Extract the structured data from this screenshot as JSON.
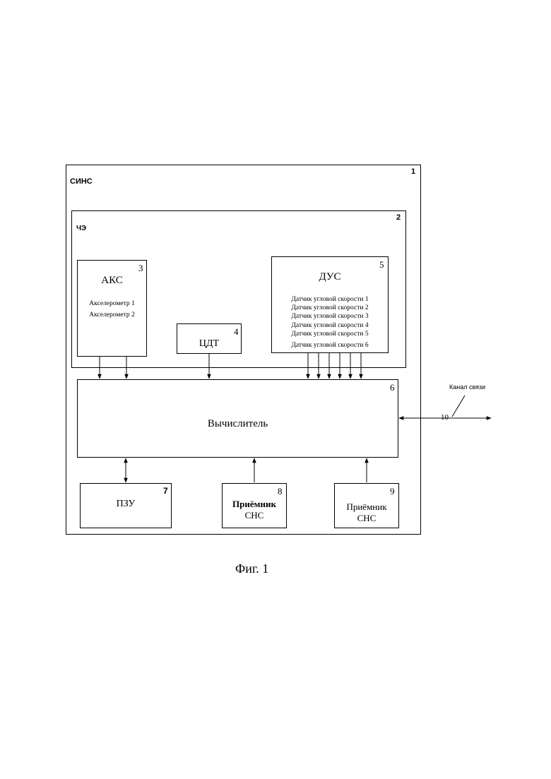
{
  "sins": {
    "label": "СИНС",
    "num": "1"
  },
  "che": {
    "label": "ЧЭ",
    "num": "2"
  },
  "aks": {
    "label": "АКС",
    "num": "3",
    "items": [
      "Акселерометр 1",
      "Акселерометр 2"
    ]
  },
  "cdt": {
    "label": "ЦДТ",
    "num": "4"
  },
  "dus": {
    "label": "ДУС",
    "num": "5",
    "items": [
      "Датчик угловой скорости 1",
      "Датчик угловой скорости 2",
      "Датчик угловой скорости 3",
      "Датчик угловой скорости 4",
      "Датчик угловой скорости 5",
      "Датчик угловой скорости 6"
    ]
  },
  "calc": {
    "label": "Вычислитель",
    "num": "6"
  },
  "pzu": {
    "label": "ПЗУ",
    "num": "7"
  },
  "rx8": {
    "line1": "Приёмник",
    "line2": "СНС",
    "num": "8"
  },
  "rx9": {
    "line1": "Приёмник",
    "line2": "СНС",
    "num": "9"
  },
  "channel": {
    "label": "Канал связи",
    "num": "10"
  },
  "caption": "Фиг. 1"
}
